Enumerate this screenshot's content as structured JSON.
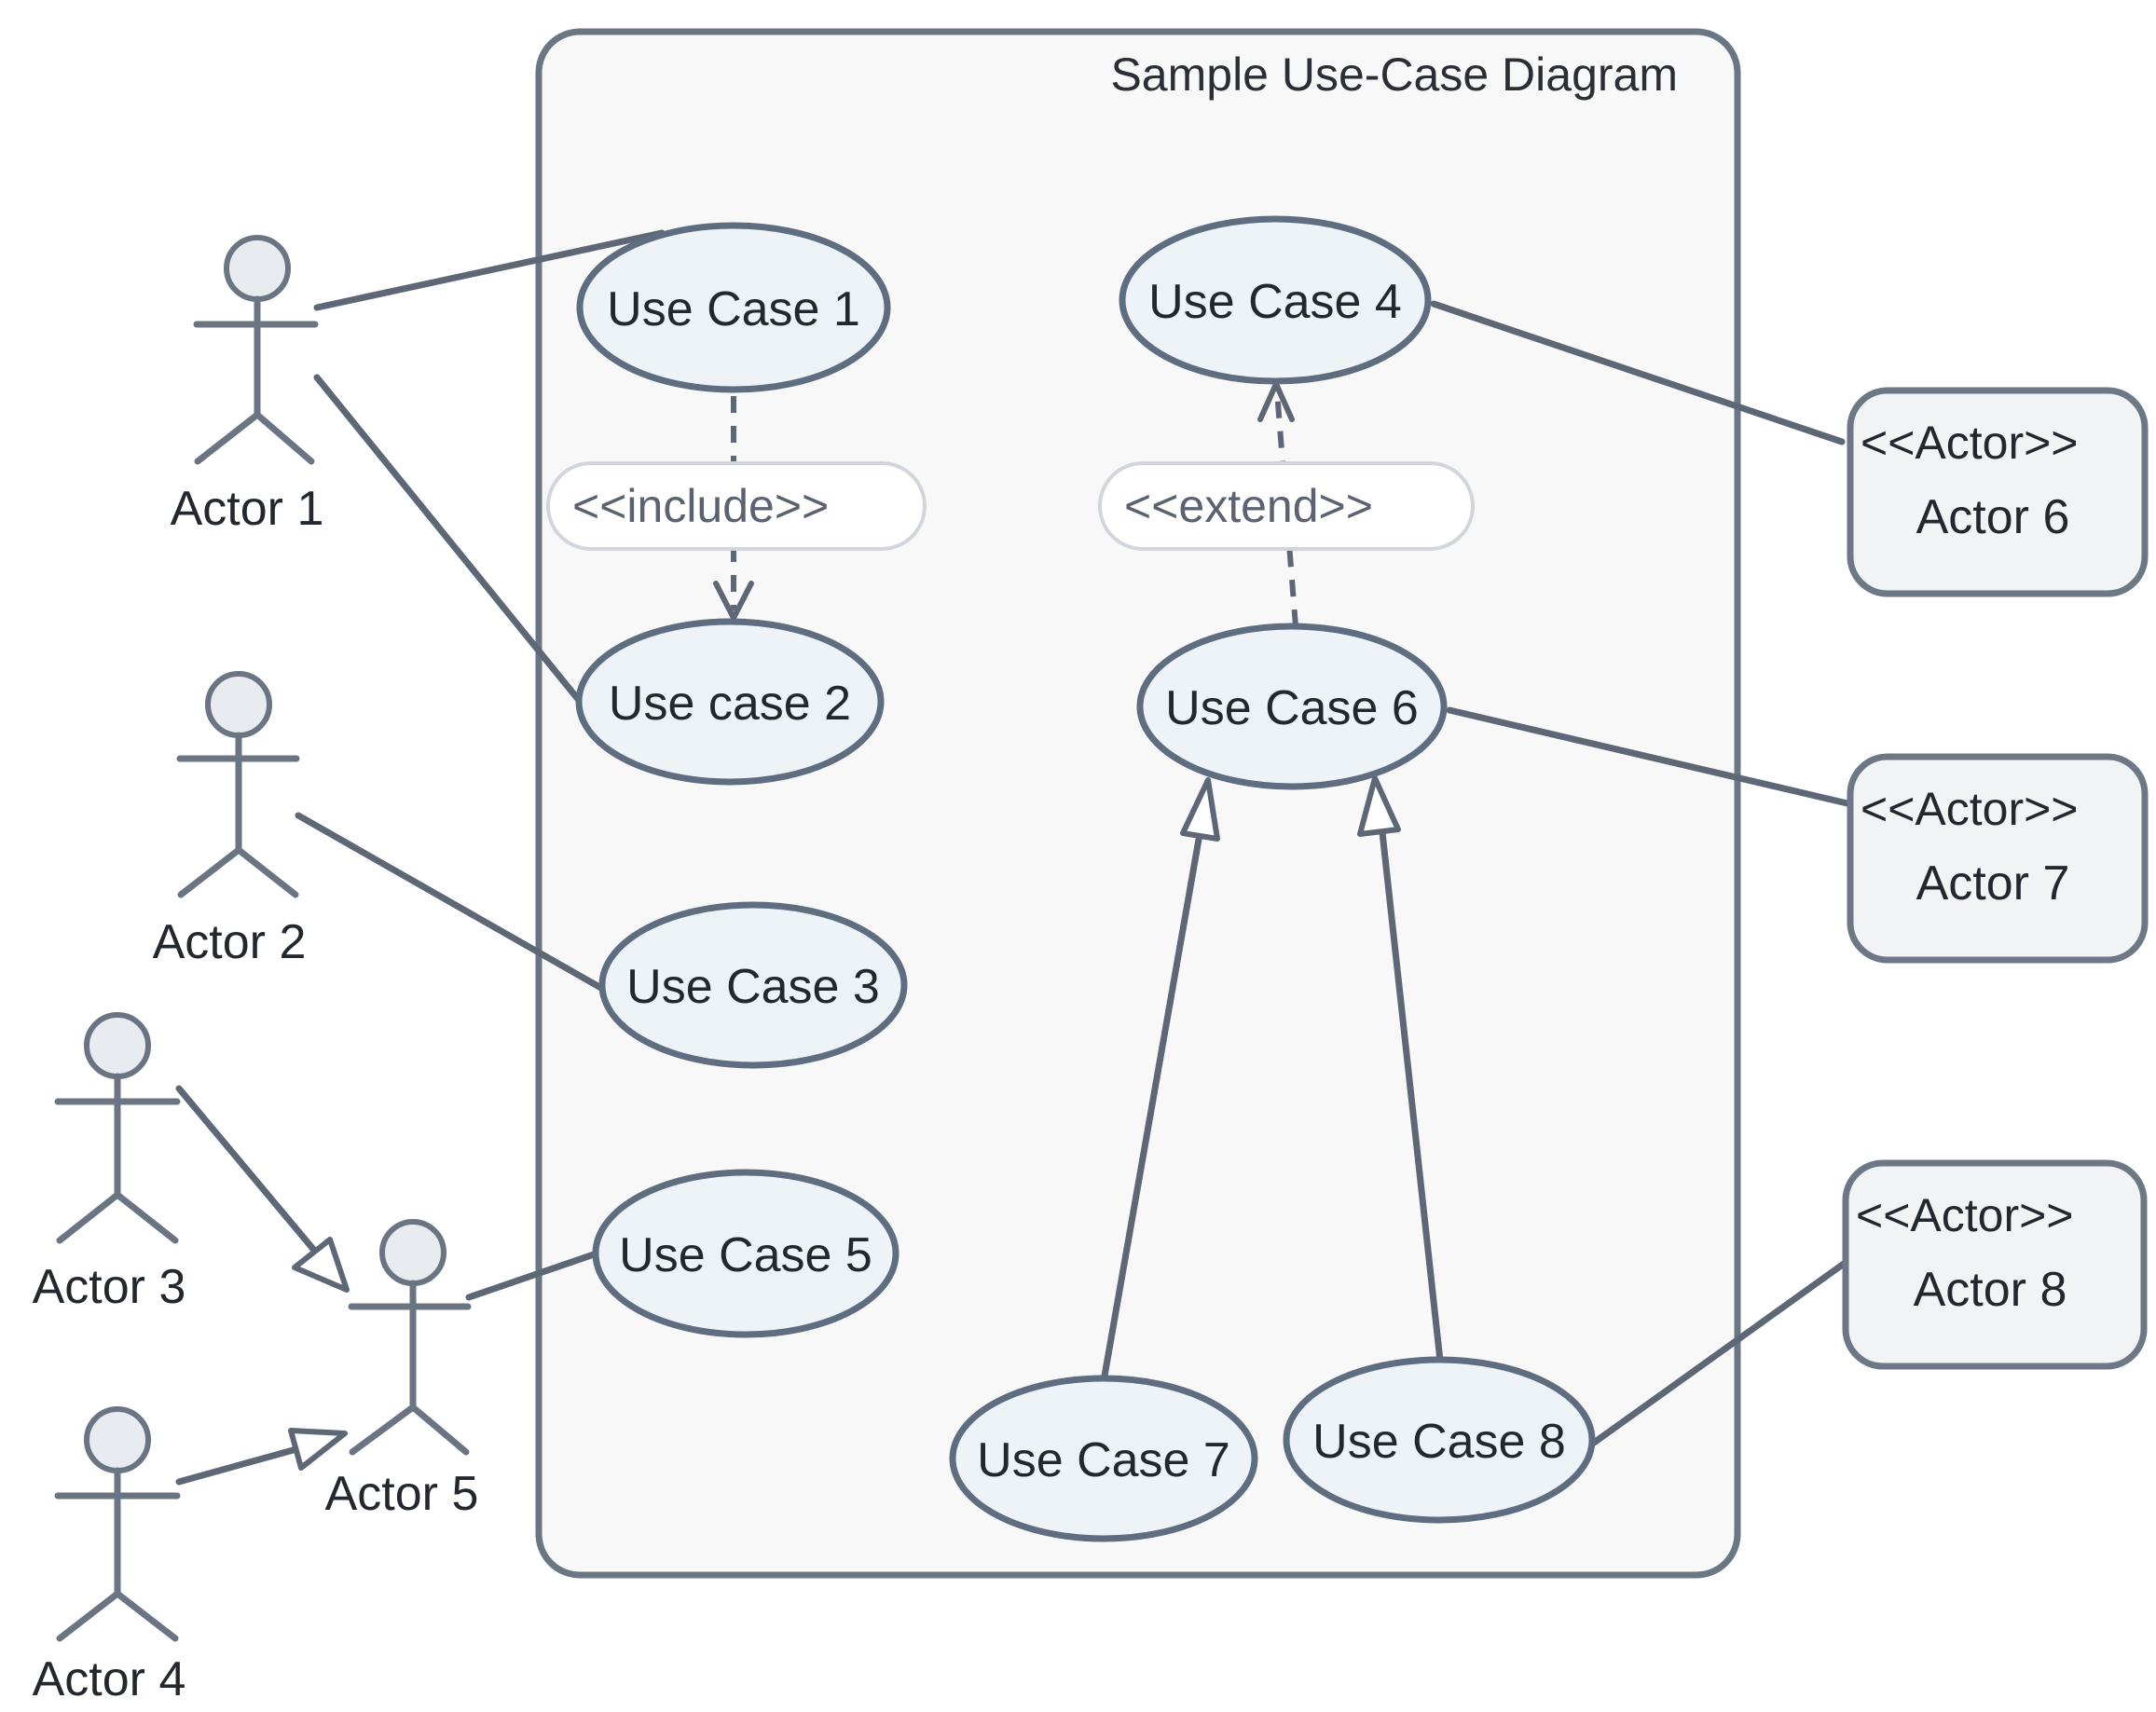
{
  "diagram": {
    "title": "Sample Use-Case Diagram",
    "use_cases": {
      "uc1": "Use Case 1",
      "uc2": "Use case 2",
      "uc3": "Use Case 3",
      "uc4": "Use Case 4",
      "uc5": "Use Case 5",
      "uc6": "Use Case 6",
      "uc7": "Use Case 7",
      "uc8": "Use Case 8"
    },
    "actors": {
      "a1": "Actor 1",
      "a2": "Actor 2",
      "a3": "Actor 3",
      "a4": "Actor 4",
      "a5": "Actor 5",
      "a6": "Actor 6",
      "a7": "Actor 7",
      "a8": "Actor 8"
    },
    "relations": {
      "include": "<<include>>",
      "extend": "<<extend>>",
      "actor_stereotype": "<<Actor>>"
    }
  }
}
